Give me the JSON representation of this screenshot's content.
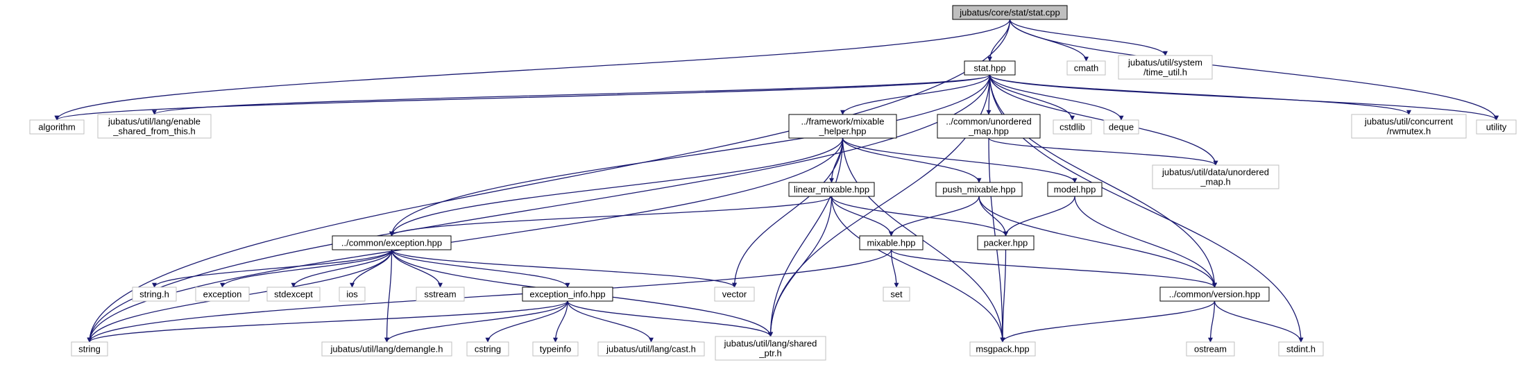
{
  "colors": {
    "edge": "#191970",
    "root_fill": "#bfbfbf",
    "root_stroke": "#000000",
    "doc_stroke": "#000000",
    "ext_stroke": "#bfbfbf"
  },
  "nodes": [
    {
      "id": "root",
      "kind": "root",
      "lines": [
        "jubatus/core/stat/stat.cpp"
      ]
    },
    {
      "id": "stat_hpp",
      "kind": "doc",
      "lines": [
        "stat.hpp"
      ]
    },
    {
      "id": "cmath",
      "kind": "ext",
      "lines": [
        "cmath"
      ]
    },
    {
      "id": "time_util",
      "kind": "ext",
      "lines": [
        "jubatus/util/system",
        "/time_util.h"
      ]
    },
    {
      "id": "algorithm",
      "kind": "ext",
      "lines": [
        "algorithm"
      ]
    },
    {
      "id": "enable_shared",
      "kind": "ext",
      "lines": [
        "jubatus/util/lang/enable",
        "_shared_from_this.h"
      ]
    },
    {
      "id": "mixable_helper",
      "kind": "doc",
      "lines": [
        "../framework/mixable",
        "_helper.hpp"
      ]
    },
    {
      "id": "unordered_map_hpp",
      "kind": "doc",
      "lines": [
        "../common/unordered",
        "_map.hpp"
      ]
    },
    {
      "id": "cstdlib",
      "kind": "ext",
      "lines": [
        "cstdlib"
      ]
    },
    {
      "id": "deque",
      "kind": "ext",
      "lines": [
        "deque"
      ]
    },
    {
      "id": "rwmutex",
      "kind": "ext",
      "lines": [
        "jubatus/util/concurrent",
        "/rwmutex.h"
      ]
    },
    {
      "id": "utility",
      "kind": "ext",
      "lines": [
        "utility"
      ]
    },
    {
      "id": "data_unordered",
      "kind": "ext",
      "lines": [
        "jubatus/util/data/unordered",
        "_map.h"
      ]
    },
    {
      "id": "linear_mixable",
      "kind": "doc",
      "lines": [
        "linear_mixable.hpp"
      ]
    },
    {
      "id": "push_mixable",
      "kind": "doc",
      "lines": [
        "push_mixable.hpp"
      ]
    },
    {
      "id": "model_hpp",
      "kind": "doc",
      "lines": [
        "model.hpp"
      ]
    },
    {
      "id": "exception_hpp",
      "kind": "doc",
      "lines": [
        "../common/exception.hpp"
      ]
    },
    {
      "id": "mixable_hpp",
      "kind": "doc",
      "lines": [
        "mixable.hpp"
      ]
    },
    {
      "id": "packer_hpp",
      "kind": "doc",
      "lines": [
        "packer.hpp"
      ]
    },
    {
      "id": "string_h",
      "kind": "ext",
      "lines": [
        "string.h"
      ]
    },
    {
      "id": "exception",
      "kind": "ext",
      "lines": [
        "exception"
      ]
    },
    {
      "id": "stdexcept",
      "kind": "ext",
      "lines": [
        "stdexcept"
      ]
    },
    {
      "id": "ios",
      "kind": "ext",
      "lines": [
        "ios"
      ]
    },
    {
      "id": "sstream",
      "kind": "ext",
      "lines": [
        "sstream"
      ]
    },
    {
      "id": "exception_info",
      "kind": "doc",
      "lines": [
        "exception_info.hpp"
      ]
    },
    {
      "id": "vector",
      "kind": "ext",
      "lines": [
        "vector"
      ]
    },
    {
      "id": "set",
      "kind": "ext",
      "lines": [
        "set"
      ]
    },
    {
      "id": "version_hpp",
      "kind": "doc",
      "lines": [
        "../common/version.hpp"
      ]
    },
    {
      "id": "string",
      "kind": "ext",
      "lines": [
        "string"
      ]
    },
    {
      "id": "demangle",
      "kind": "ext",
      "lines": [
        "jubatus/util/lang/demangle.h"
      ]
    },
    {
      "id": "cstring",
      "kind": "ext",
      "lines": [
        "cstring"
      ]
    },
    {
      "id": "typeinfo",
      "kind": "ext",
      "lines": [
        "typeinfo"
      ]
    },
    {
      "id": "cast_h",
      "kind": "ext",
      "lines": [
        "jubatus/util/lang/cast.h"
      ]
    },
    {
      "id": "shared_ptr",
      "kind": "ext",
      "lines": [
        "jubatus/util/lang/shared",
        "_ptr.h"
      ]
    },
    {
      "id": "msgpack",
      "kind": "ext",
      "lines": [
        "msgpack.hpp"
      ]
    },
    {
      "id": "ostream",
      "kind": "ext",
      "lines": [
        "ostream"
      ]
    },
    {
      "id": "stdint",
      "kind": "ext",
      "lines": [
        "stdint.h"
      ]
    }
  ],
  "edges": [
    [
      "root",
      "stat_hpp"
    ],
    [
      "root",
      "cmath"
    ],
    [
      "root",
      "time_util"
    ],
    [
      "root",
      "algorithm"
    ],
    [
      "root",
      "string"
    ],
    [
      "root",
      "utility"
    ],
    [
      "stat_hpp",
      "algorithm"
    ],
    [
      "stat_hpp",
      "enable_shared"
    ],
    [
      "stat_hpp",
      "mixable_helper"
    ],
    [
      "stat_hpp",
      "unordered_map_hpp"
    ],
    [
      "stat_hpp",
      "cstdlib"
    ],
    [
      "stat_hpp",
      "deque"
    ],
    [
      "stat_hpp",
      "rwmutex"
    ],
    [
      "stat_hpp",
      "utility"
    ],
    [
      "stat_hpp",
      "data_unordered"
    ],
    [
      "stat_hpp",
      "string"
    ],
    [
      "stat_hpp",
      "exception_hpp"
    ],
    [
      "stat_hpp",
      "shared_ptr"
    ],
    [
      "stat_hpp",
      "version_hpp"
    ],
    [
      "stat_hpp",
      "stdint"
    ],
    [
      "mixable_helper",
      "linear_mixable"
    ],
    [
      "mixable_helper",
      "push_mixable"
    ],
    [
      "mixable_helper",
      "model_hpp"
    ],
    [
      "mixable_helper",
      "exception_hpp"
    ],
    [
      "mixable_helper",
      "string"
    ],
    [
      "mixable_helper",
      "vector"
    ],
    [
      "mixable_helper",
      "shared_ptr"
    ],
    [
      "mixable_helper",
      "msgpack"
    ],
    [
      "unordered_map_hpp",
      "data_unordered"
    ],
    [
      "unordered_map_hpp",
      "msgpack"
    ],
    [
      "linear_mixable",
      "exception_hpp"
    ],
    [
      "linear_mixable",
      "mixable_hpp"
    ],
    [
      "linear_mixable",
      "packer_hpp"
    ],
    [
      "linear_mixable",
      "shared_ptr"
    ],
    [
      "linear_mixable",
      "msgpack"
    ],
    [
      "push_mixable",
      "mixable_hpp"
    ],
    [
      "push_mixable",
      "packer_hpp"
    ],
    [
      "push_mixable",
      "version_hpp"
    ],
    [
      "model_hpp",
      "packer_hpp"
    ],
    [
      "model_hpp",
      "version_hpp"
    ],
    [
      "exception_hpp",
      "string_h"
    ],
    [
      "exception_hpp",
      "exception"
    ],
    [
      "exception_hpp",
      "stdexcept"
    ],
    [
      "exception_hpp",
      "ios"
    ],
    [
      "exception_hpp",
      "sstream"
    ],
    [
      "exception_hpp",
      "exception_info"
    ],
    [
      "exception_hpp",
      "vector"
    ],
    [
      "exception_hpp",
      "string"
    ],
    [
      "exception_hpp",
      "demangle"
    ],
    [
      "exception_hpp",
      "shared_ptr"
    ],
    [
      "mixable_hpp",
      "set"
    ],
    [
      "mixable_hpp",
      "version_hpp"
    ],
    [
      "mixable_hpp",
      "string"
    ],
    [
      "packer_hpp",
      "msgpack"
    ],
    [
      "exception_info",
      "string"
    ],
    [
      "exception_info",
      "demangle"
    ],
    [
      "exception_info",
      "cstring"
    ],
    [
      "exception_info",
      "typeinfo"
    ],
    [
      "exception_info",
      "cast_h"
    ],
    [
      "exception_info",
      "shared_ptr"
    ],
    [
      "version_hpp",
      "msgpack"
    ],
    [
      "version_hpp",
      "ostream"
    ],
    [
      "version_hpp",
      "stdint"
    ]
  ]
}
